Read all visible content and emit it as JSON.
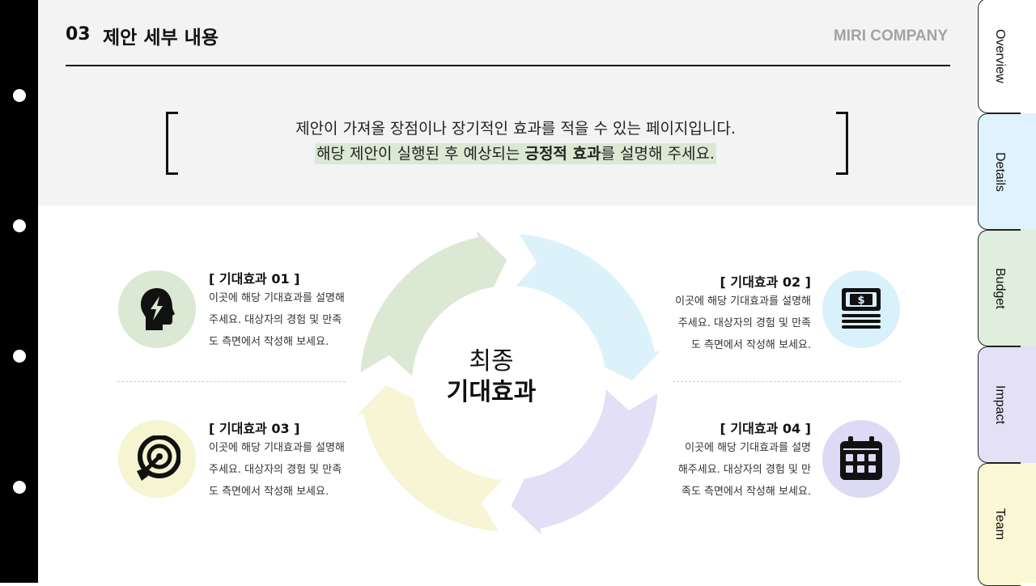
{
  "header": {
    "section_number": "03",
    "section_title": "제안 세부 내용",
    "company": "MIRI COMPANY"
  },
  "intro": {
    "line1": "제안이 가져올 장점이나 장기적인 효과를 적을 수 있는 페이지입니다.",
    "line2_prefix": "해당 제안이 실행된 후 예상되는 ",
    "line2_bold": "긍정적 효과",
    "line2_suffix": "를 설명해 주세요."
  },
  "center": {
    "line1": "최종",
    "line2": "기대효과"
  },
  "effects": [
    {
      "title": "[ 기대효과 01 ]",
      "lines": [
        "이곳에 해당 기대효과를 설명해",
        "주세요. 대상자의 경험 및 만족",
        "도 측면에서 작성해 보세요."
      ],
      "icon": "head-lightning-icon",
      "color": "#dbe8d4"
    },
    {
      "title": "[ 기대효과 02 ]",
      "lines": [
        "이곳에 해당 기대효과를 설명해",
        "주세요. 대상자의 경험 및 만족",
        "도 측면에서 작성해 보세요."
      ],
      "icon": "money-stack-icon",
      "color": "#d9f1fb"
    },
    {
      "title": "[ 기대효과 03 ]",
      "lines": [
        "이곳에 해당 기대효과를 설명해",
        "주세요. 대상자의 경험 및 만족",
        "도 측면에서 작성해 보세요."
      ],
      "icon": "target-icon",
      "color": "#f5f5d2"
    },
    {
      "title": "[ 기대효과 04 ]",
      "lines": [
        "이곳에 해당 기대효과를 설명",
        "해주세요. 대상자의 경험 및 만",
        "족도 측면에서 작성해 보세요."
      ],
      "icon": "calendar-icon",
      "color": "#dcdaf4"
    }
  ],
  "tabs": [
    {
      "label": "Overview",
      "color": "#ffffff"
    },
    {
      "label": "Details",
      "color": "#dff2fd"
    },
    {
      "label": "Budget",
      "color": "#dfeedd"
    },
    {
      "label": "Impact",
      "color": "#e4e1f7"
    },
    {
      "label": "Team",
      "color": "#fbf8d5"
    }
  ],
  "cycle_colors": [
    "#dbe8d4",
    "#dcf2fb",
    "#e2dff6",
    "#f7f5d4"
  ]
}
